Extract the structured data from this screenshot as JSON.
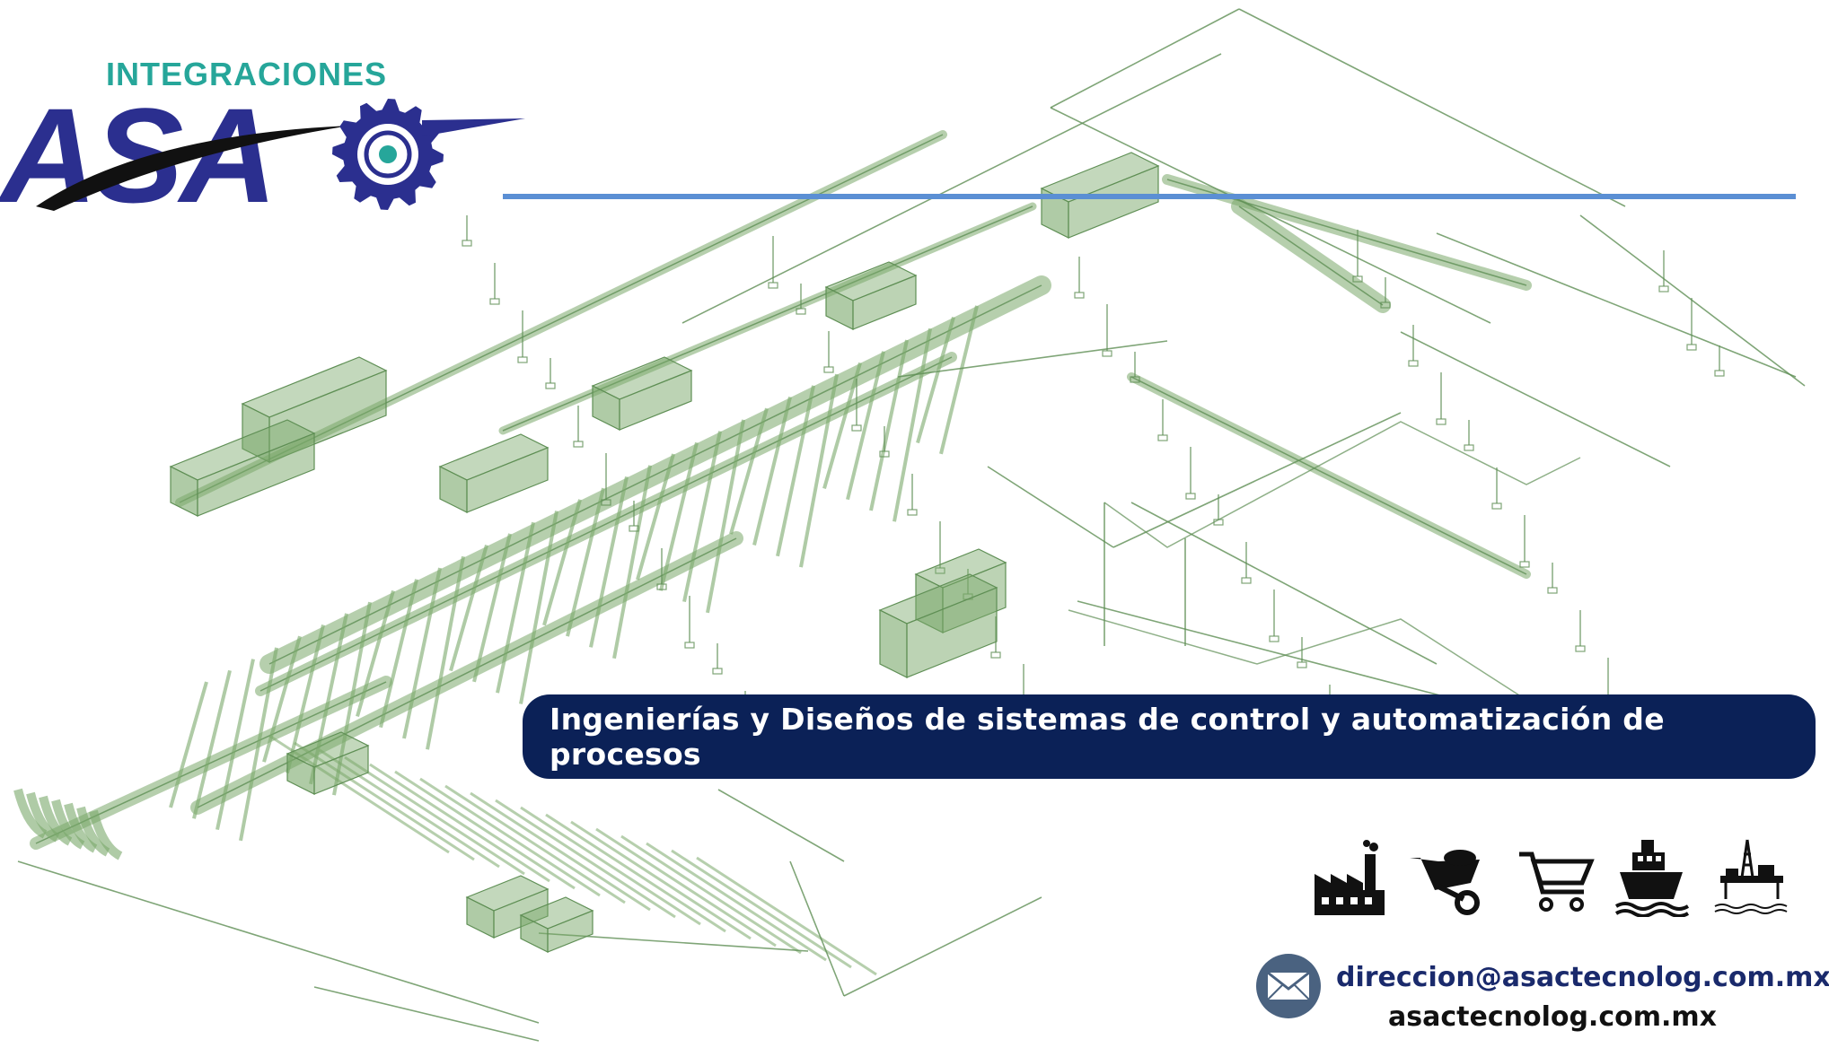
{
  "brand": {
    "top_word": "INTEGRACIONES",
    "logo_letters": "ASA",
    "teal": "#26a69a",
    "navy": "#2b2f8f",
    "black": "#111111"
  },
  "banner": {
    "text": "Ingenierías y Diseños de sistemas de control y automatización de procesos",
    "bg": "#0b2157"
  },
  "rule_color": "#5b8fd4",
  "drawing_color": "#7aa86a",
  "sectors": [
    {
      "icon": "factory-icon"
    },
    {
      "icon": "wheelbarrow-icon"
    },
    {
      "icon": "shopping-cart-icon"
    },
    {
      "icon": "ship-icon"
    },
    {
      "icon": "oil-rig-icon"
    }
  ],
  "contact": {
    "email": "direccion@asactecnolog.com.mx",
    "website": "asactecnolog.com.mx",
    "email_color": "#1a2a6c",
    "website_color": "#111111"
  }
}
